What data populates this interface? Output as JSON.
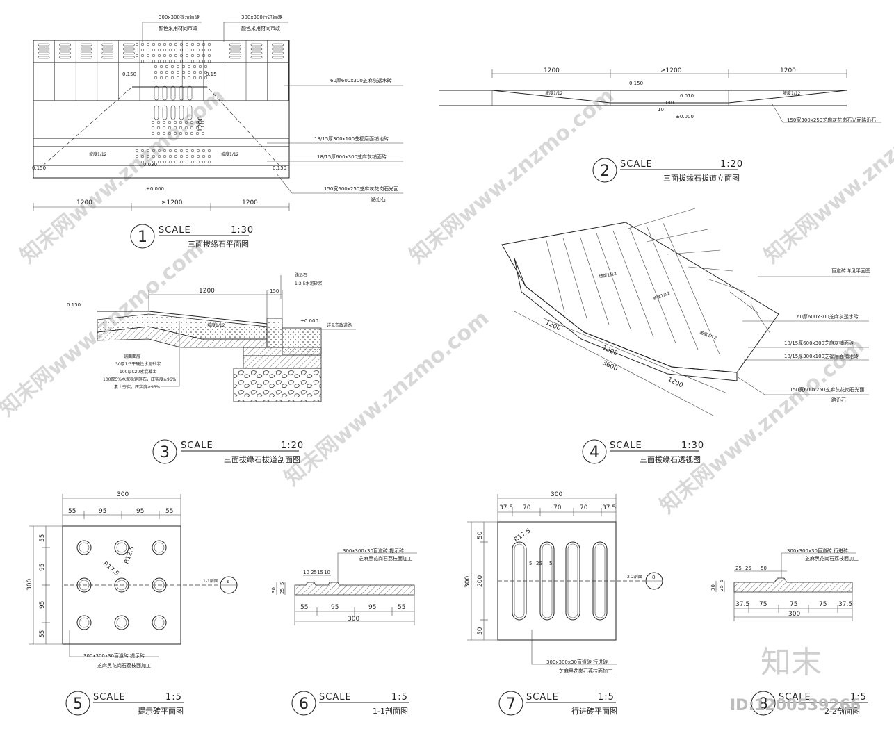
{
  "drawings": {
    "d1": {
      "num": "1",
      "scale_word": "SCALE",
      "ratio": "1:30",
      "title": "三面拔缘石平面图",
      "notes": [
        "300x300提示盲砖",
        "颜色采用材同市政",
        "300x300行进盲砖",
        "颜色采用材同市政",
        "60厚600x300芝麻灰透水砖",
        "18/15厚300x100芝福磨面铺地砖",
        "18/15厚600x300芝麻灰铺面砖",
        "150宽600x250芝麻灰花岗石光面",
        "路沿石"
      ],
      "dims": [
        "1200",
        "≥1200",
        "1200",
        "1200"
      ],
      "levels": [
        "0.150",
        "0.15",
        "0.150",
        "0.150",
        "±0.000",
        "0.030"
      ],
      "slope": "坡度1/12",
      "slope2": "坡度1/12"
    },
    "d2": {
      "num": "2",
      "scale_word": "SCALE",
      "ratio": "1:20",
      "title": "三面拔缘石拔道立面图",
      "dims": [
        "1200",
        "≥1200",
        "1200"
      ],
      "levels": [
        "0.150",
        "0.010",
        "±0.000"
      ],
      "v_dims": [
        "10",
        "140"
      ],
      "slope": "坡度1/12",
      "note": "150宽300x250芝麻灰花岗石光面路沿石"
    },
    "d3": {
      "num": "3",
      "scale_word": "SCALE",
      "ratio": "1:20",
      "title": "三面拔缘石拔道剖面图",
      "dims": [
        "1200",
        "150"
      ],
      "levels": [
        "0.150",
        "±0.000"
      ],
      "notes": [
        "路沿石",
        "1:2.5水泥砂浆",
        "详见市政道路"
      ],
      "layers": [
        "铺面面层",
        "30厚1:3干硬性水泥砂浆",
        "100厚C20素混凝土",
        "100厚5%水泥稳定碎石，压实度≥96%",
        "素土夯实，压实度≥93%"
      ],
      "slope": "坡度1/12"
    },
    "d4": {
      "num": "4",
      "scale_word": "SCALE",
      "ratio": "1:30",
      "title": "三面拔缘石透视图",
      "notes": [
        "盲道砖详见平面图",
        "60厚600x300芝麻灰透水砖",
        "18/15厚600x300芝麻灰铺面砖",
        "18/15厚300x100芝福磨面铺地砖",
        "150宽600x250芝麻灰花岗石光面",
        "路沿石"
      ],
      "dims": [
        "1200",
        "1200",
        "1200",
        "3600"
      ],
      "slope1": "坡度1/12",
      "slope2": "坡度1/12",
      "slope3": "坡度1/12"
    },
    "d5": {
      "num": "5",
      "scale_word": "SCALE",
      "ratio": "1:5",
      "title": "提示砖平面图",
      "dims_top": [
        "300",
        "55",
        "95",
        "95",
        "55"
      ],
      "dims_left": [
        "55",
        "95",
        "95",
        "55",
        "300"
      ],
      "radii": [
        "R12.5",
        "R17.5"
      ],
      "section_tag": "1-1剖面",
      "section_num": "6",
      "note": "300x300x30盲道砖 提示砖",
      "note2": "芝麻黑花岗石荔枝面加工"
    },
    "d6": {
      "num": "6",
      "scale_word": "SCALE",
      "ratio": "1:5",
      "title": "1-1剖面图",
      "dims": [
        "55",
        "95",
        "95",
        "55",
        "300"
      ],
      "top_dims": [
        "10",
        "25",
        "15",
        "10"
      ],
      "v_dims": [
        "30",
        "25",
        "5"
      ],
      "note": "300x300x30盲道砖 提示砖",
      "note2": "芝麻黑花岗石荔枝面加工"
    },
    "d7": {
      "num": "7",
      "scale_word": "SCALE",
      "ratio": "1:5",
      "title": "行进砖平面图",
      "dims_top": [
        "300",
        "37.5",
        "70",
        "70",
        "70",
        "37.5"
      ],
      "dims_left": [
        "50",
        "200",
        "50",
        "300"
      ],
      "radius": "R17.5",
      "inner_dims": [
        "5",
        "25",
        "5"
      ],
      "section_tag": "2-2剖面",
      "section_num": "8",
      "note": "300x300x30盲道砖 行进砖",
      "note2": "芝麻黑花岗石荔枝面加工"
    },
    "d8": {
      "num": "8",
      "scale_word": "SCALE",
      "ratio": "1:5",
      "title": "2-2剖面图",
      "top_dims": [
        "25",
        "25",
        "50"
      ],
      "dims": [
        "37.5",
        "75",
        "75",
        "75",
        "37.5",
        "300"
      ],
      "v_dims": [
        "30",
        "25",
        "5"
      ],
      "note": "300x300x30盲道砖 行进砖",
      "note2": "芝麻黑花岗石荔枝面加工"
    }
  },
  "watermark": {
    "text": "知末网www.znzmo.com",
    "logo": "知末",
    "id": "ID:1200539266"
  }
}
